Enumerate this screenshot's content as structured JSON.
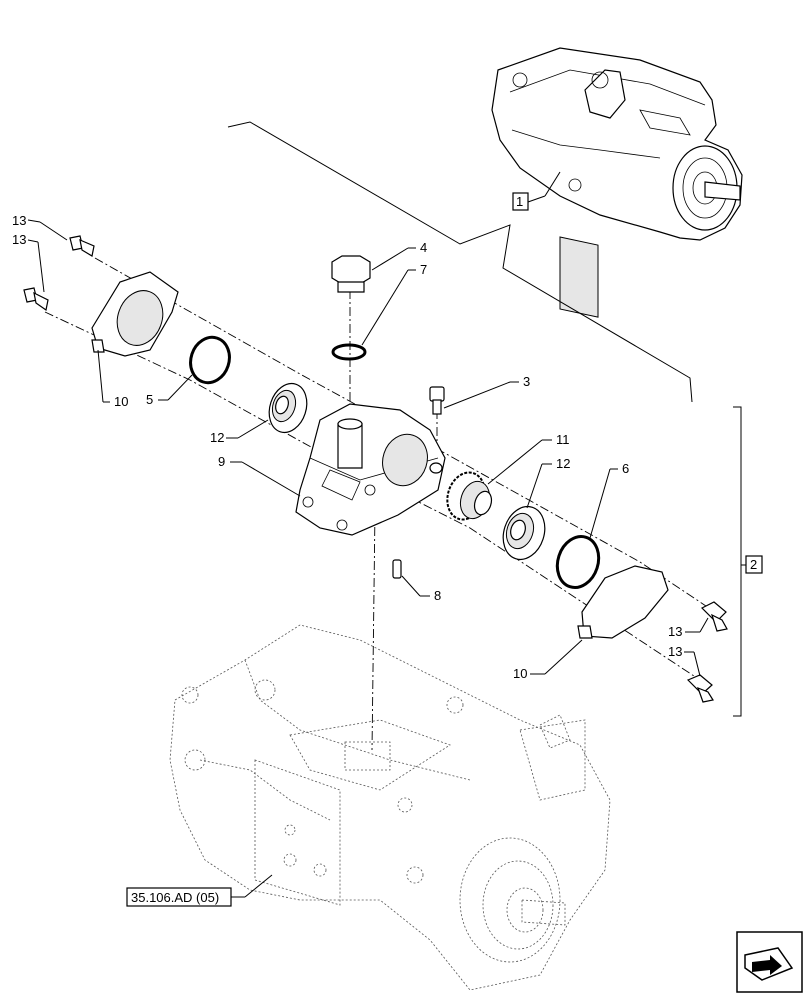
{
  "callouts": {
    "c1": "1",
    "c2": "2",
    "c3": "3",
    "c4": "4",
    "c5": "5",
    "c6": "6",
    "c7": "7",
    "c8": "8",
    "c9": "9",
    "c10a": "10",
    "c10b": "10",
    "c11": "11",
    "c12a": "12",
    "c12b": "12",
    "c13a": "13",
    "c13b": "13",
    "c13c": "13",
    "c13d": "13"
  },
  "reference": "35.106.AD (05)",
  "icons": {
    "nav": "next-arrow-icon"
  }
}
